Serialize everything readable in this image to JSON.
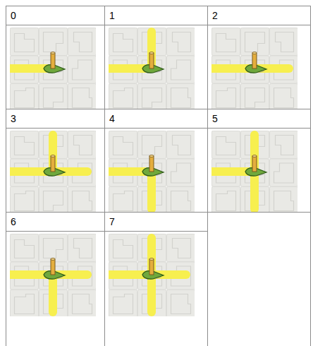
{
  "diagram": {
    "labels": [
      "0",
      "1",
      "2",
      "3",
      "4",
      "5",
      "6",
      "7"
    ]
  }
}
